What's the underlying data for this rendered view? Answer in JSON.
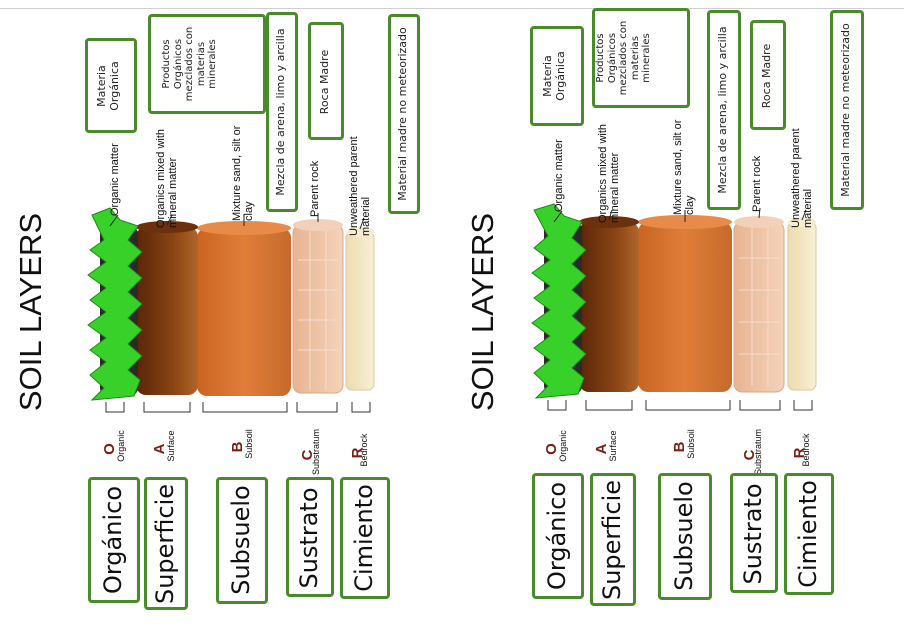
{
  "title": "SOIL LAYERS",
  "layers": [
    {
      "letter": "O",
      "name": "Organic",
      "desc": "Organic matter",
      "es_desc": "Materia Orgánica",
      "es_name": "Orgánico"
    },
    {
      "letter": "A",
      "name": "Surface",
      "desc": "Organics mixed with mineral matter",
      "es_desc": "Productos Orgánicos mezclados con materias minerales",
      "es_name": "Superficie"
    },
    {
      "letter": "B",
      "name": "Subsoil",
      "desc": "Mixture sand, silt or clay",
      "es_desc": "Mezcla de arena, limo y arcilla",
      "es_name": "Subsuelo"
    },
    {
      "letter": "C",
      "name": "Substratum",
      "desc": "Parent rock",
      "es_desc": "Roca Madre",
      "es_name": "Sustrato"
    },
    {
      "letter": "R",
      "name": "Bedrock",
      "desc": "Unweathered parent material",
      "es_desc": "Material madre no meteorizado",
      "es_name": "Cimiento"
    }
  ],
  "colors": {
    "box_border": "#4a8a2a",
    "letter": "#7a1e12",
    "grass": "#39d12a",
    "surface": "#7b3a10",
    "subsoil": "#d8742e",
    "substratum": "#efc0a0",
    "bedrock": "#f2e6c4"
  }
}
